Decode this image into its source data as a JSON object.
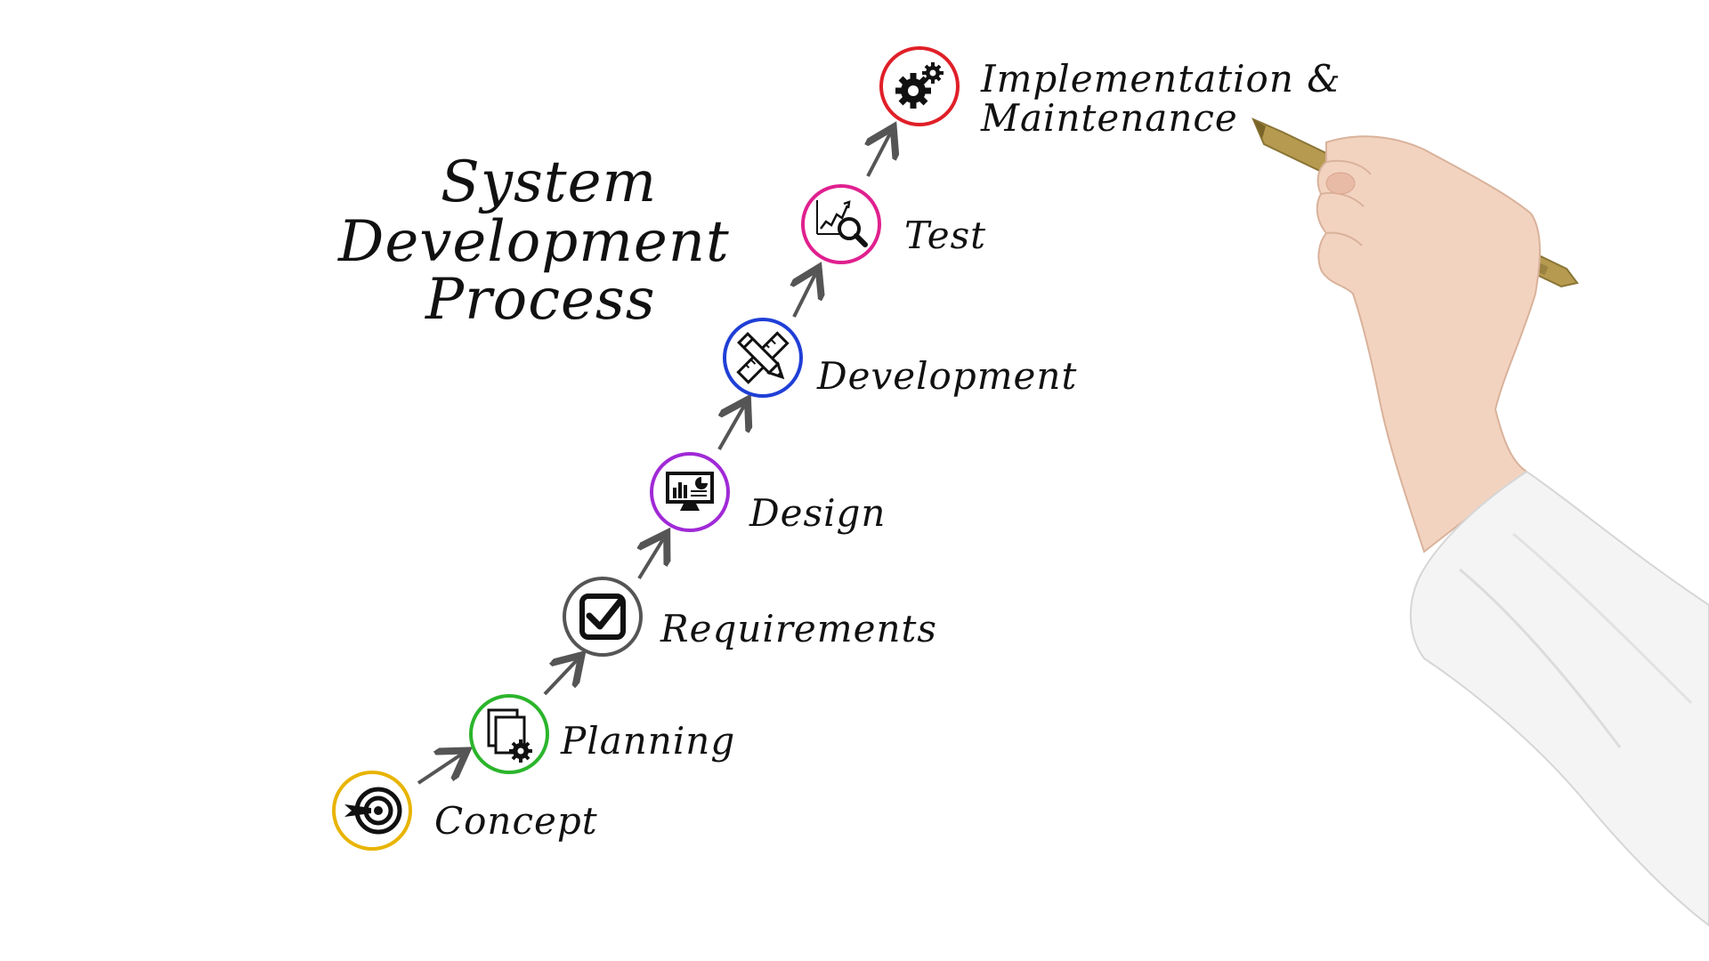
{
  "title": {
    "lines": [
      "System",
      "Development",
      "Process"
    ]
  },
  "steps": [
    {
      "label": "Concept",
      "color": "#e8b400",
      "icon": "target-icon"
    },
    {
      "label": "Planning",
      "color": "#2bb52b",
      "icon": "documents-gear-icon"
    },
    {
      "label": "Requirements",
      "color": "#555555",
      "icon": "checkbox-icon"
    },
    {
      "label": "Design",
      "color": "#a02ad6",
      "icon": "monitor-chart-icon"
    },
    {
      "label": "Development",
      "color": "#1f3fd6",
      "icon": "pencil-ruler-icon"
    },
    {
      "label": "Test",
      "color": "#e0208f",
      "icon": "chart-magnifier-icon"
    },
    {
      "label": "Implementation &",
      "label2": "Maintenance",
      "color": "#e01f28",
      "icon": "gears-icon"
    }
  ],
  "arrow_color": "#555555"
}
